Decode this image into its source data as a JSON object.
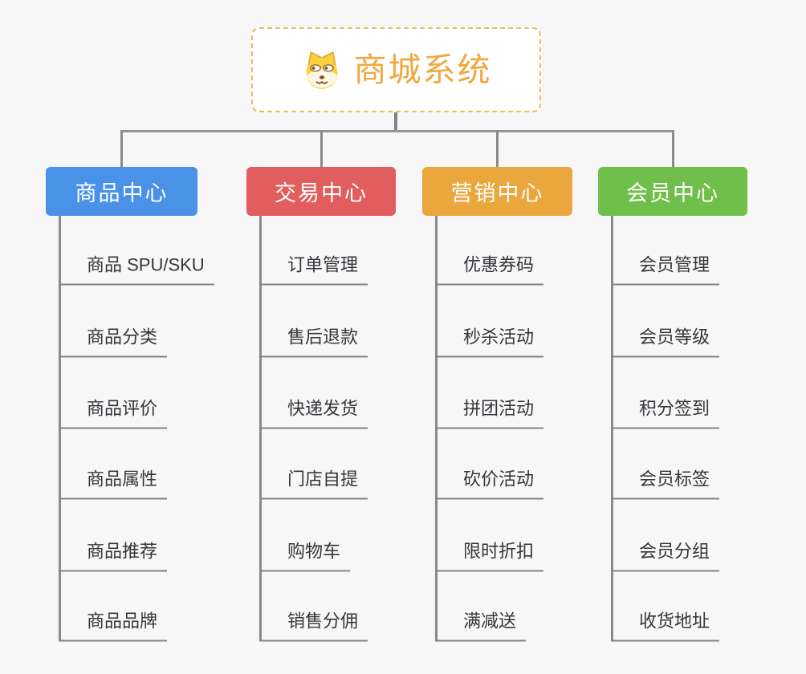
{
  "root": {
    "title": "商城系统",
    "icon": "dog-icon",
    "text_color": "#efa83f",
    "border_color": "#f2ba55",
    "background": "#ffffff"
  },
  "branches": [
    {
      "label": "商品中心",
      "color": "#4a91e8",
      "items": [
        "商品 SPU/SKU",
        "商品分类",
        "商品评价",
        "商品属性",
        "商品推荐",
        "商品品牌"
      ]
    },
    {
      "label": "交易中心",
      "color": "#e25d5d",
      "items": [
        "订单管理",
        "售后退款",
        "快递发货",
        "门店自提",
        "购物车",
        "销售分佣"
      ]
    },
    {
      "label": "营销中心",
      "color": "#e9a73e",
      "items": [
        "优惠券码",
        "秒杀活动",
        "拼团活动",
        "砍价活动",
        "限时折扣",
        "满减送"
      ]
    },
    {
      "label": "会员中心",
      "color": "#70bf4b",
      "items": [
        "会员管理",
        "会员等级",
        "积分签到",
        "会员标签",
        "会员分组",
        "收货地址"
      ]
    }
  ],
  "connector_color": "#8a8a8a",
  "background_color": "#f7f7f7"
}
